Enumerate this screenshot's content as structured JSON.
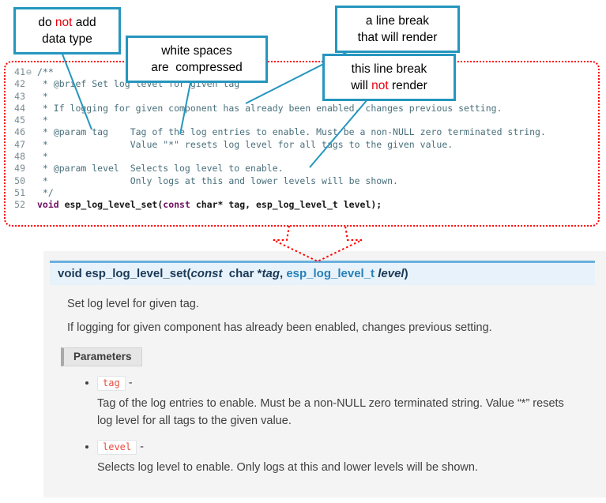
{
  "colors": {
    "callout_border": "#2596be",
    "emphasis_red": "#e8000d",
    "dotted_red": "#ff0000",
    "code_comment": "#49707c",
    "code_keyword": "#6f0f63",
    "docs_bg": "#f4f4f4",
    "sig_bg": "#e7f2fa",
    "sig_border": "#6ab0de",
    "sig_type": "#2980b9",
    "param_red": "#e74c3c"
  },
  "callouts": [
    {
      "lines": [
        [
          {
            "t": "do "
          },
          {
            "t": "not",
            "red": true
          },
          {
            "t": " add"
          }
        ],
        [
          {
            "t": "data type"
          }
        ]
      ]
    },
    {
      "lines": [
        [
          {
            "t": "white spaces"
          }
        ],
        [
          {
            "t": "are  compressed"
          }
        ]
      ]
    },
    {
      "lines": [
        [
          {
            "t": "a line break"
          }
        ],
        [
          {
            "t": "that will render"
          }
        ]
      ]
    },
    {
      "lines": [
        [
          {
            "t": "this line break"
          }
        ],
        [
          {
            "t": "will "
          },
          {
            "t": "not",
            "red": true
          },
          {
            "t": " render"
          }
        ]
      ]
    }
  ],
  "editor": {
    "lines": [
      {
        "num": "41",
        "fold": "⊖",
        "text": "/**"
      },
      {
        "num": "42",
        "text": " * @brief Set log level for given tag"
      },
      {
        "num": "43",
        "text": " *"
      },
      {
        "num": "44",
        "text": " * If logging for given component has already been enabled, changes previous setting."
      },
      {
        "num": "45",
        "text": " *"
      },
      {
        "num": "46",
        "text": " * @param tag    Tag of the log entries to enable. Must be a non-NULL zero terminated string."
      },
      {
        "num": "47",
        "text": " *               Value \"*\" resets log level for all tags to the given value."
      },
      {
        "num": "48",
        "text": " *"
      },
      {
        "num": "49",
        "text": " * @param level  Selects log level to enable."
      },
      {
        "num": "50",
        "text": " *               Only logs at this and lower levels will be shown."
      },
      {
        "num": "51",
        "text": " */"
      },
      {
        "num": "52",
        "code": [
          {
            "t": "void",
            "k": true
          },
          {
            "t": " esp_log_level_set("
          },
          {
            "t": "const",
            "k": true
          },
          {
            "t": " char* tag, esp_log_level_t level);"
          }
        ]
      }
    ]
  },
  "docs": {
    "signature": [
      {
        "t": "void ",
        "cls": "kw"
      },
      {
        "t": "esp_log_level_set",
        "cls": "name"
      },
      {
        "t": "(",
        "cls": "pl"
      },
      {
        "t": "const",
        "cls": "cv"
      },
      {
        "t": "  char *",
        "cls": "pl"
      },
      {
        "t": "tag",
        "cls": "arg"
      },
      {
        "t": ", ",
        "cls": "pl"
      },
      {
        "t": "esp_log_level_t",
        "cls": "type"
      },
      {
        "t": " ",
        "cls": "pl"
      },
      {
        "t": "level",
        "cls": "arg"
      },
      {
        "t": ")",
        "cls": "pl"
      }
    ],
    "brief": "Set log level for given tag.",
    "description": "If logging for given component has already been enabled, changes previous setting.",
    "parameters_label": "Parameters",
    "params": [
      {
        "name": "tag",
        "sep": " -",
        "desc": "Tag of the log entries to enable. Must be a non-NULL zero terminated string. Value “*” resets log level for all tags to the given value."
      },
      {
        "name": "level",
        "sep": " -",
        "desc": "Selects log level to enable. Only logs at this and lower levels will be shown."
      }
    ]
  }
}
